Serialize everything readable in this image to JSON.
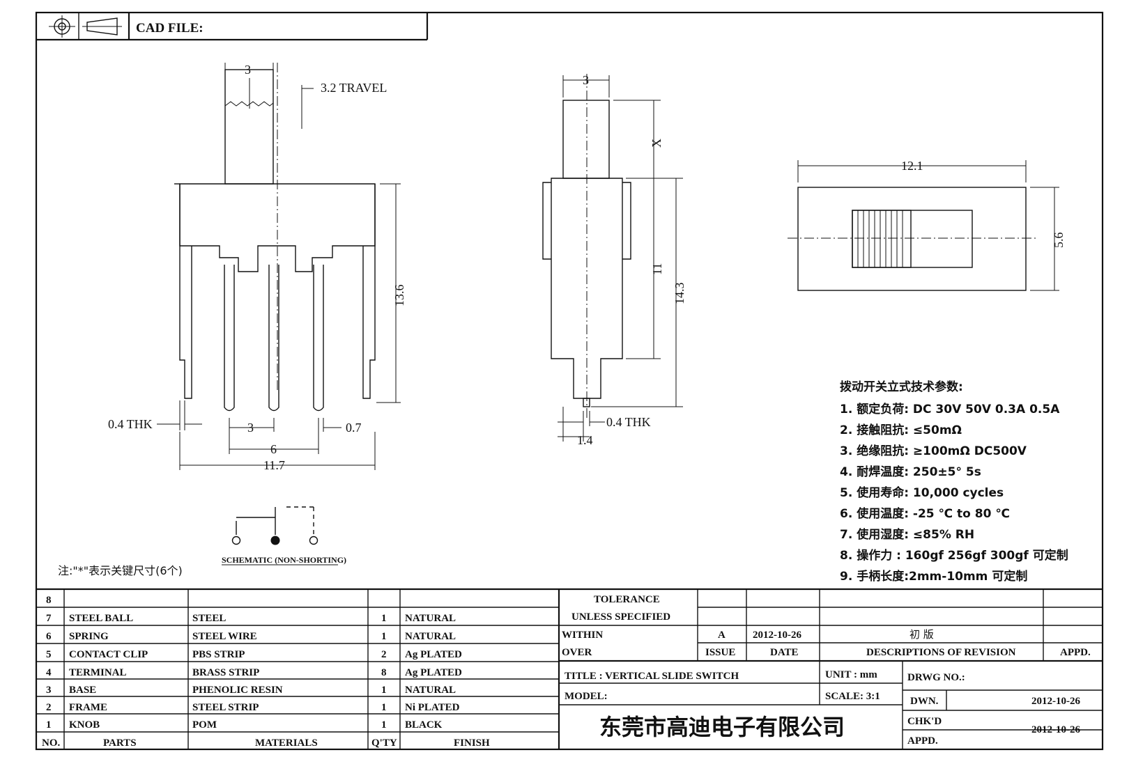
{
  "header": {
    "cad_file_label": "CAD FILE:"
  },
  "dims_front": {
    "knob_width": "3",
    "travel": "3.2 TRAVEL",
    "height": "13.6",
    "thk": "0.4 THK",
    "pin_pitch": "3",
    "pin_width": "0.7",
    "pin_span": "6",
    "overall_width": "11.7"
  },
  "dims_side": {
    "knob_width": "3",
    "x": "X",
    "body": "11",
    "total": "14.3",
    "pin": "1.4",
    "thk": "0.4 THK"
  },
  "dims_top": {
    "length": "12.1",
    "width": "5.6"
  },
  "schematic": {
    "caption": "SCHEMATIC (NON-SHORTING)"
  },
  "note": "注:\"*\"表示关键尺寸(6个)",
  "specs": {
    "title": "拨动开关立式技术参数:",
    "items": [
      "1.  额定负荷: DC 30V    50V    0.3A    0.5A",
      "2.  接触阻抗: ≤50mΩ",
      "3.  绝缘阻抗: ≥100mΩ   DC500V",
      "4.  耐焊温度: 250±5°  5s",
      "5.  使用寿命: 10,000 cycles",
      "6.  使用温度: -25  ℃  to 80  ℃",
      "7.  使用湿度: ≤85% RH",
      "8.  操作力 : 160gf    256gf    300gf  可定制",
      "9.  手柄长度:2mm-10mm   可定制"
    ]
  },
  "bom": {
    "headers": {
      "no": "NO.",
      "parts": "PARTS",
      "materials": "MATERIALS",
      "qty": "Q'TY",
      "finish": "FINISH"
    },
    "rows": [
      {
        "no": "8",
        "part": "",
        "material": "",
        "qty": "",
        "finish": ""
      },
      {
        "no": "7",
        "part": "STEEL BALL",
        "material": "STEEL",
        "qty": "1",
        "finish": "NATURAL"
      },
      {
        "no": "6",
        "part": "SPRING",
        "material": "STEEL WIRE",
        "qty": "1",
        "finish": "NATURAL"
      },
      {
        "no": "5",
        "part": "CONTACT CLIP",
        "material": "PBS STRIP",
        "qty": "2",
        "finish": "Ag PLATED"
      },
      {
        "no": "4",
        "part": "TERMINAL",
        "material": "BRASS STRIP",
        "qty": "8",
        "finish": "Ag PLATED"
      },
      {
        "no": "3",
        "part": "BASE",
        "material": "PHENOLIC RESIN",
        "qty": "1",
        "finish": "NATURAL"
      },
      {
        "no": "2",
        "part": "FRAME",
        "material": "STEEL STRIP",
        "qty": "1",
        "finish": "Ni PLATED"
      },
      {
        "no": "1",
        "part": "KNOB",
        "material": "POM",
        "qty": "1",
        "finish": "BLACK"
      }
    ]
  },
  "title_block": {
    "tolerance": "TOLERANCE",
    "unless": "UNLESS   SPECIFIED",
    "within": "WITHIN",
    "over": "OVER",
    "issue_val": "A",
    "date_val": "2012-10-26",
    "rev_desc": "初  版",
    "issue": "ISSUE",
    "date": "DATE",
    "descriptions": "DESCRIPTIONS  OF  REVISION",
    "appd": "APPD.",
    "title": "TITLE :   VERTICAL  SLIDE  SWITCH",
    "unit": "UNIT :   mm",
    "drwg_no": "DRWG  NO.:",
    "model": "MODEL:",
    "scale": "SCALE:   3:1",
    "dwn": "DWN.",
    "dwn_date": "2012-10-26",
    "chkd": "CHK'D",
    "chkd_date": "2012-10-26",
    "appd2": "APPD.",
    "company": "东莞市高迪电子有限公司"
  }
}
